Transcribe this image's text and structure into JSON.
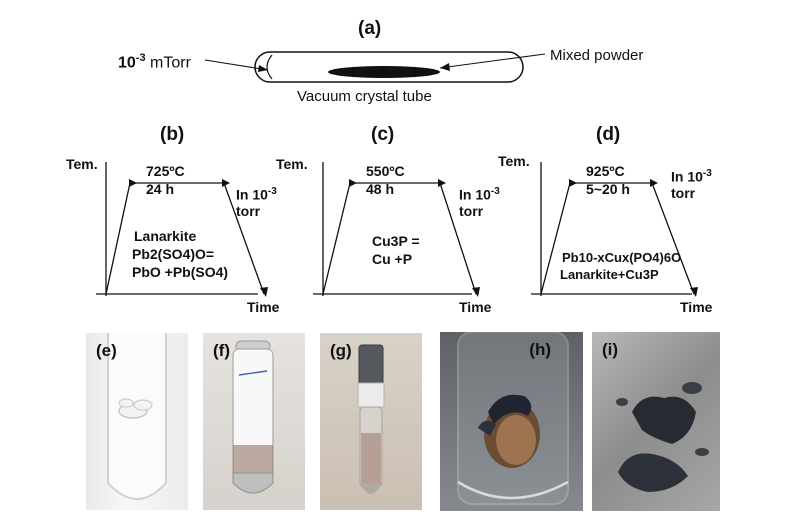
{
  "panel_a": {
    "letter": "(a)",
    "pressure_base": "10",
    "pressure_exp": "-3",
    "pressure_unit": " mTorr",
    "mixed_powder": "Mixed powder",
    "tube_label": "Vacuum crystal tube"
  },
  "panel_b": {
    "letter": "(b)",
    "ylabel": "Tem.",
    "xlabel": "Time",
    "temp": "725ºC",
    "duration": "24 h",
    "atm_prefix": "In 10",
    "atm_exp": "-3",
    "atm_unit": "torr",
    "line1": "Lanarkite",
    "line2": "Pb2(SO4)O=",
    "line3": "PbO +Pb(SO4)"
  },
  "panel_c": {
    "letter": "(c)",
    "ylabel": "Tem.",
    "xlabel": "Time",
    "temp": "550ºC",
    "duration": "48 h",
    "atm_prefix": "In 10",
    "atm_exp": "-3",
    "atm_unit": "torr",
    "line1": "Cu3P =",
    "line2": "Cu +P"
  },
  "panel_d": {
    "letter": "(d)",
    "ylabel": "Tem.",
    "xlabel": "Time",
    "temp": "925ºC",
    "duration": "5~20 h",
    "atm_prefix": "In 10",
    "atm_exp": "-3",
    "atm_unit": "torr",
    "line1": "Pb10-xCux(PO4)6O",
    "line2": "Lanarkite+Cu3P"
  },
  "photos": [
    {
      "letter": "(e)"
    },
    {
      "letter": "(f)"
    },
    {
      "letter": "(g)"
    },
    {
      "letter": "(h)"
    },
    {
      "letter": "(i)"
    }
  ]
}
